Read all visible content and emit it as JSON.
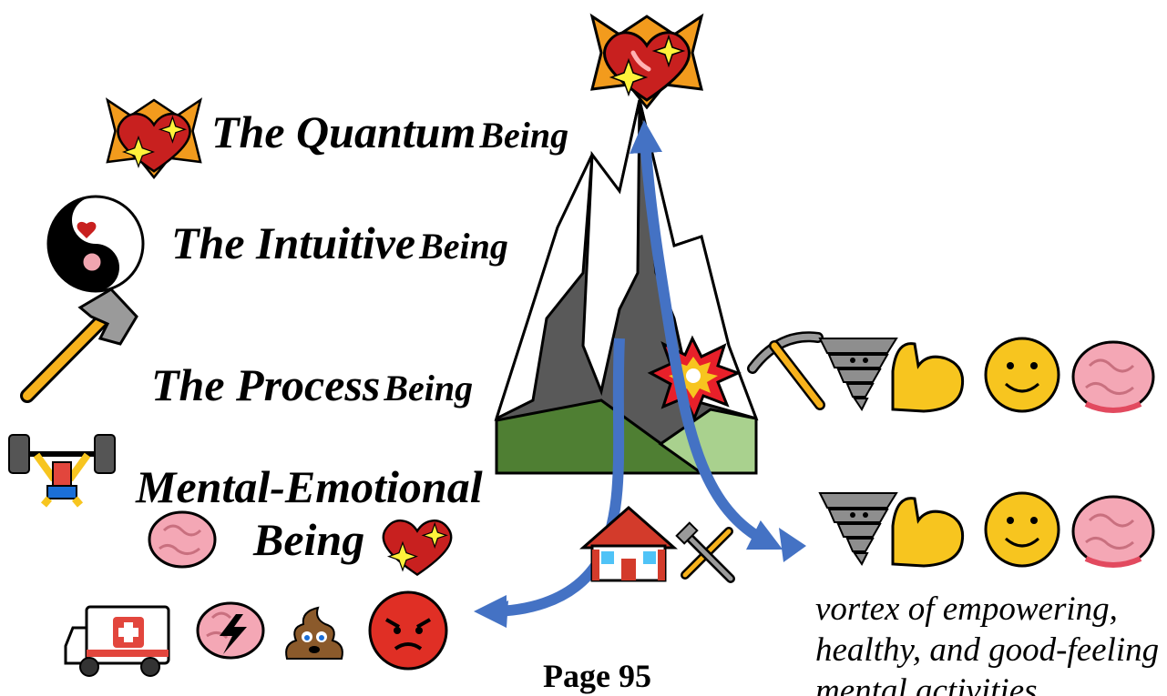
{
  "levels": {
    "quantum": {
      "main": "The Quantum",
      "suffix": "Being",
      "icon": "sparkling-heart-icon"
    },
    "intuitive": {
      "main": "The Intuitive",
      "suffix": "Being",
      "icon": "yin-yang-heart-brain-icon"
    },
    "process": {
      "main": "The Process",
      "suffix": "Being",
      "icon": "hammer-icon"
    },
    "mental": {
      "line1": "Mental-Emotional",
      "line2": "Being",
      "icon": "weightlifter-icon"
    }
  },
  "mountain": {
    "peak_icon": "sparkling-heart-icon",
    "crack_icon": "explosion-icon"
  },
  "right_rows": {
    "upper": {
      "icons": [
        "pickaxe-icon",
        "tornado-icon",
        "flexed-biceps-icon",
        "smiley-icon",
        "brain-icon"
      ]
    },
    "lower": {
      "icons": [
        "tornado-icon",
        "flexed-biceps-icon",
        "smiley-icon",
        "brain-icon"
      ]
    }
  },
  "bottom_left": {
    "icons": [
      "ambulance-icon",
      "brain-lightning-icon",
      "pile-of-poo-icon",
      "angry-face-icon"
    ]
  },
  "bottom_center": {
    "icons": [
      "house-icon",
      "hammer-and-wrench-icon"
    ]
  },
  "caption": {
    "line1": "vortex of empowering,",
    "line2": "healthy, and good-feeling",
    "line3": "mental activities"
  },
  "page_number": "Page 95",
  "colors": {
    "arrow": "#4472c4",
    "heart": "#c8201f",
    "mountain_dark": "#595959",
    "grass_dark": "#4f7f33",
    "grass_light": "#a9d18e"
  }
}
